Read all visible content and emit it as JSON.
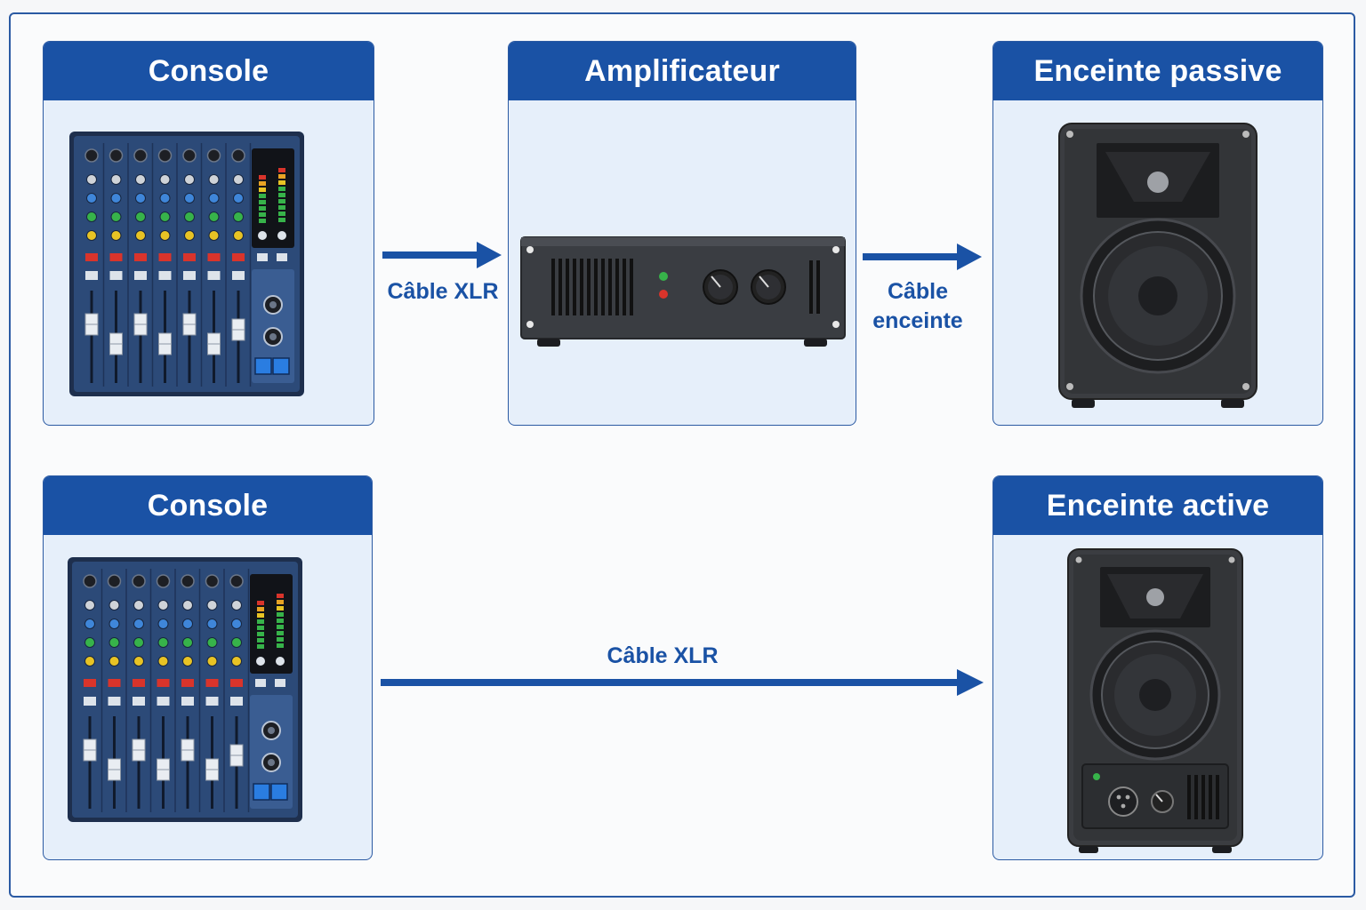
{
  "top_row": {
    "console_title": "Console",
    "amplifier_title": "Amplificateur",
    "passive_speaker_title": "Enceinte passive",
    "cable_1_label": "Câble XLR",
    "cable_2_label_line1": "Câble",
    "cable_2_label_line2": "enceinte"
  },
  "bottom_row": {
    "console_title": "Console",
    "active_speaker_title": "Enceinte active",
    "cable_label": "Câble XLR"
  },
  "colors": {
    "accent": "#1a52a5",
    "card_bg": "#e6effa",
    "mixer_body": "#2c4a78",
    "device_dark": "#3a3d42"
  },
  "icons": [
    "mixer-console-icon",
    "amplifier-icon",
    "passive-speaker-icon",
    "active-speaker-icon",
    "arrow-right-icon"
  ]
}
